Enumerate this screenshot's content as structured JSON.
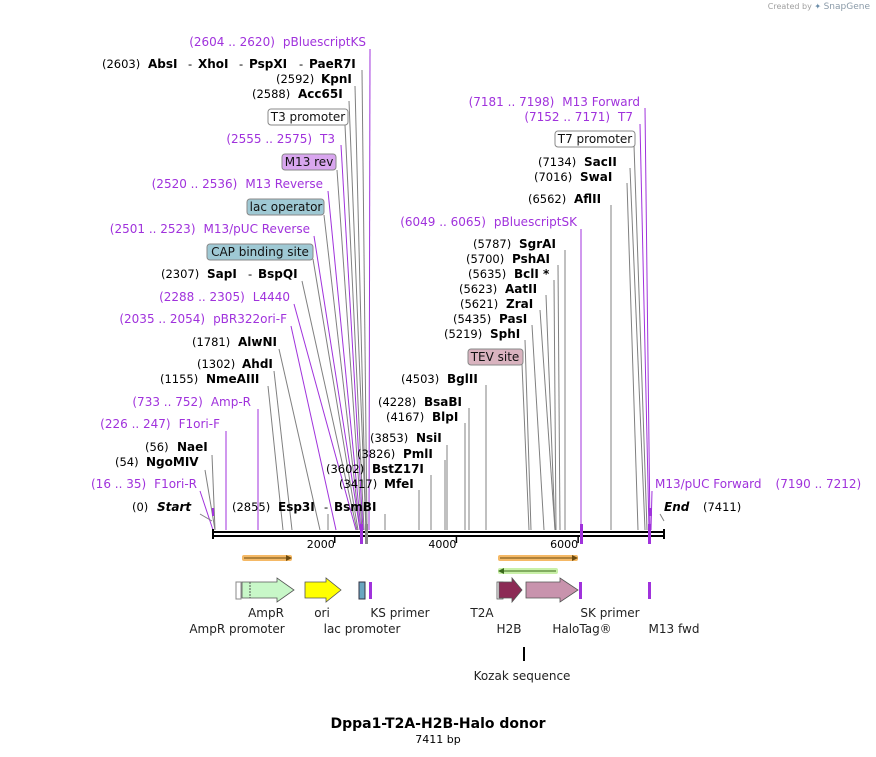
{
  "header": {
    "credit_prefix": "Created by",
    "credit_brand": "SnapGene"
  },
  "map": {
    "title": "Dppa1-T2A-H2B-Halo donor",
    "length_label": "7411 bp",
    "total_bp": 7411
  },
  "axis": {
    "ticks": [
      {
        "bp": 2000,
        "label": "2000"
      },
      {
        "bp": 4000,
        "label": "4000"
      },
      {
        "bp": 6000,
        "label": "6000"
      }
    ]
  },
  "ends": {
    "start": {
      "pos": "(0)",
      "label": "Start"
    },
    "end": {
      "label": "End",
      "pos": "(7411)"
    }
  },
  "sites": [
    {
      "id": "absi",
      "pos": "(2603)",
      "names": [
        "AbsI",
        "XhoI",
        "PspXI",
        "PaeR7I"
      ],
      "bp": 2603
    },
    {
      "id": "kpni",
      "pos": "(2592)",
      "names": [
        "KpnI"
      ],
      "bp": 2592
    },
    {
      "id": "acc65i",
      "pos": "(2588)",
      "names": [
        "Acc65I"
      ],
      "bp": 2588
    },
    {
      "id": "sapi",
      "pos": "(2307)",
      "names": [
        "SapI",
        "BspQI"
      ],
      "bp": 2307
    },
    {
      "id": "alwni",
      "pos": "(1781)",
      "names": [
        "AlwNI"
      ],
      "bp": 1781
    },
    {
      "id": "ahdi",
      "pos": "(1302)",
      "names": [
        "AhdI"
      ],
      "bp": 1302
    },
    {
      "id": "nmeaiii",
      "pos": "(1155)",
      "names": [
        "NmeAIII"
      ],
      "bp": 1155
    },
    {
      "id": "naei",
      "pos": "(56)",
      "names": [
        "NaeI"
      ],
      "bp": 56
    },
    {
      "id": "ngomiv",
      "pos": "(54)",
      "names": [
        "NgoMIV"
      ],
      "bp": 54
    },
    {
      "id": "esp3i",
      "pos": "(2855)",
      "names": [
        "Esp3I",
        "BsmBI"
      ],
      "bp": 2855
    },
    {
      "id": "mfei",
      "pos": "(3417)",
      "names": [
        "MfeI"
      ],
      "bp": 3417
    },
    {
      "id": "bstz17i",
      "pos": "(3602)",
      "names": [
        "BstZ17I"
      ],
      "bp": 3602
    },
    {
      "id": "pmli",
      "pos": "(3826)",
      "names": [
        "PmlI"
      ],
      "bp": 3826
    },
    {
      "id": "nsii",
      "pos": "(3853)",
      "names": [
        "NsiI"
      ],
      "bp": 3853
    },
    {
      "id": "blpi",
      "pos": "(4167)",
      "names": [
        "BlpI"
      ],
      "bp": 4167
    },
    {
      "id": "bsabi",
      "pos": "(4228)",
      "names": [
        "BsaBI"
      ],
      "bp": 4228
    },
    {
      "id": "bglii",
      "pos": "(4503)",
      "names": [
        "BglII"
      ],
      "bp": 4503
    },
    {
      "id": "sphi",
      "pos": "(5219)",
      "names": [
        "SphI"
      ],
      "bp": 5219
    },
    {
      "id": "pasi",
      "pos": "(5435)",
      "names": [
        "PasI"
      ],
      "bp": 5435
    },
    {
      "id": "zrai",
      "pos": "(5621)",
      "names": [
        "ZraI"
      ],
      "bp": 5621
    },
    {
      "id": "aatii",
      "pos": "(5623)",
      "names": [
        "AatII"
      ],
      "bp": 5623
    },
    {
      "id": "bcli",
      "pos": "(5635)",
      "names": [
        "BclI *"
      ],
      "bp": 5635
    },
    {
      "id": "pshai",
      "pos": "(5700)",
      "names": [
        "PshAI"
      ],
      "bp": 5700
    },
    {
      "id": "sgrai",
      "pos": "(5787)",
      "names": [
        "SgrAI"
      ],
      "bp": 5787
    },
    {
      "id": "aflii",
      "pos": "(6562)",
      "names": [
        "AflII"
      ],
      "bp": 6562
    },
    {
      "id": "swai",
      "pos": "(7016)",
      "names": [
        "SwaI"
      ],
      "bp": 7016
    },
    {
      "id": "sacii",
      "pos": "(7134)",
      "names": [
        "SacII"
      ],
      "bp": 7134
    }
  ],
  "primers": [
    {
      "id": "pbluescriptks",
      "range": "(2604 .. 2620)",
      "name": "pBluescriptKS"
    },
    {
      "id": "t3",
      "range": "(2555 .. 2575)",
      "name": "T3"
    },
    {
      "id": "m13reverse",
      "range": "(2520 .. 2536)",
      "name": "M13 Reverse"
    },
    {
      "id": "m13pucreverse",
      "range": "(2501 .. 2523)",
      "name": "M13/pUC Reverse"
    },
    {
      "id": "l4440",
      "range": "(2288 .. 2305)",
      "name": "L4440"
    },
    {
      "id": "pbr322ori",
      "range": "(2035 .. 2054)",
      "name": "pBR322ori-F"
    },
    {
      "id": "ampr",
      "range": "(733 .. 752)",
      "name": "Amp-R"
    },
    {
      "id": "f1ori-f",
      "range": "(226 .. 247)",
      "name": "F1ori-F"
    },
    {
      "id": "f1ori-r",
      "range": "(16 .. 35)",
      "name": "F1ori-R"
    },
    {
      "id": "m13forward",
      "range": "(7181 .. 7198)",
      "name": "M13 Forward"
    },
    {
      "id": "t7",
      "range": "(7152 .. 7171)",
      "name": "T7"
    },
    {
      "id": "pbluescriptsk",
      "range": "(6049 .. 6065)",
      "name": "pBluescriptSK"
    },
    {
      "id": "m13pucforward",
      "range": "(7190 .. 7212)",
      "name": "M13/pUC Forward"
    }
  ],
  "boxed_features": [
    {
      "id": "t3-promoter",
      "label": "T3 promoter"
    },
    {
      "id": "m13-rev",
      "label": "M13 rev"
    },
    {
      "id": "lac-operator",
      "label": "lac operator"
    },
    {
      "id": "cap-binding-site",
      "label": "CAP binding site"
    },
    {
      "id": "t7-promoter",
      "label": "T7 promoter"
    },
    {
      "id": "tev-site",
      "label": "TEV site"
    }
  ],
  "features": {
    "ampr": "AmpR",
    "ampr_promoter": "AmpR promoter",
    "ori": "ori",
    "lac_promoter": "lac promoter",
    "ks_primer": "KS primer",
    "t2a": "T2A",
    "h2b": "H2B",
    "halotag": "HaloTag®",
    "sk_primer": "SK primer",
    "m13_fwd": "M13 fwd",
    "kozak": "Kozak sequence"
  },
  "colors": {
    "primer": "#a032dc",
    "lac_operator": "#9fc9d4",
    "cap_site": "#9fc9d4",
    "m13_rev": "#d9a6ef",
    "tev_site": "#d9b3bf",
    "ampr": "#c8f7c8",
    "ori": "#ffff00",
    "h2b": "#8c2a55",
    "halotag": "#c893ad",
    "orf_orange": "#f5b966",
    "orf_green": "#c9f0a8"
  }
}
